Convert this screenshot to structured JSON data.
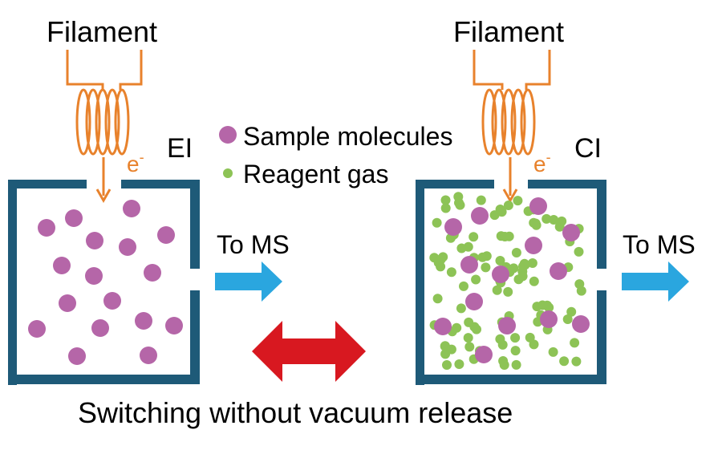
{
  "left": {
    "filament_label": "Filament",
    "mode_label": "EI",
    "electron_label": "e",
    "electron_sup": "-",
    "output_label": "To MS",
    "sample_molecule_count": 17,
    "reagent_gas_count": 0
  },
  "right": {
    "filament_label": "Filament",
    "mode_label": "CI",
    "electron_label": "e",
    "electron_sup": "-",
    "output_label": "To MS",
    "sample_molecule_count": 14,
    "reagent_gas_count": 110
  },
  "legend": {
    "sample": "Sample molecules",
    "reagent": "Reagent gas"
  },
  "footer": "Switching without vacuum release",
  "colors": {
    "chamber": "#1e5a78",
    "filament": "#e8822c",
    "sample": "#b566a8",
    "reagent": "#8dc356",
    "to_ms_arrow": "#2aa6df",
    "switch_arrow": "#d81820"
  },
  "icons": {
    "to_ms": "right-arrow-icon",
    "switch": "double-arrow-icon"
  }
}
